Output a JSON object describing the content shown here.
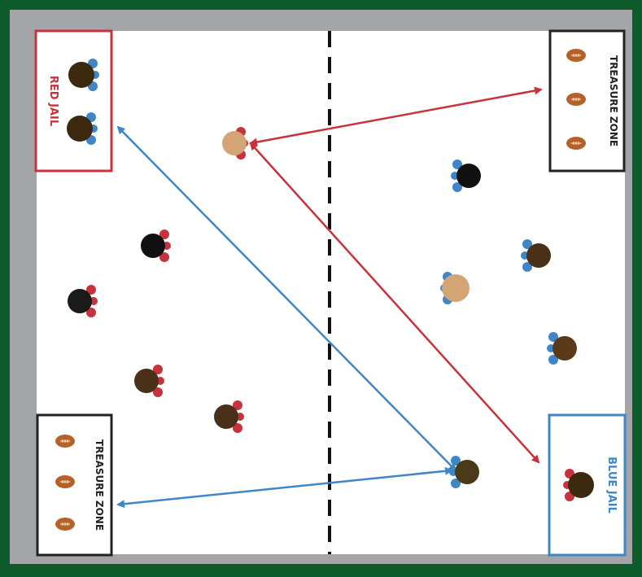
{
  "labels": {
    "red_jail": "RED JAIL",
    "blue_jail": "BLUE JAIL",
    "treasure_zone_top_right": "TREASURE ZONE",
    "treasure_zone_bottom_left": "TREASURE ZONE"
  },
  "colors": {
    "outer_border": "#0d5a2a",
    "field_border": "#a3a5a8",
    "field": "#ffffff",
    "red_team": "#c8323c",
    "blue_team": "#3f86c6",
    "centerline": "#111111",
    "football": "#b5622a"
  }
}
